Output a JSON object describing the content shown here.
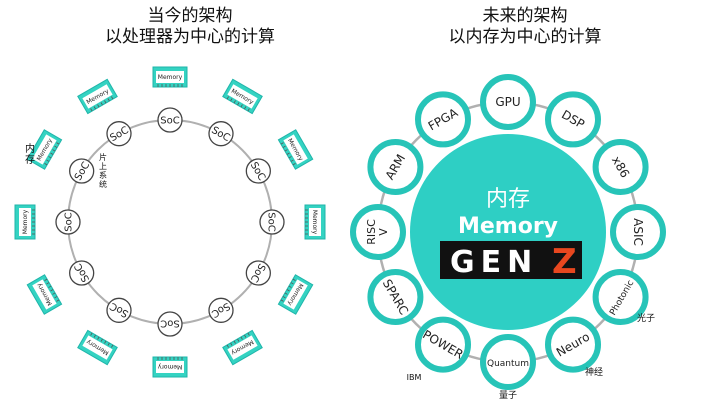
{
  "left": {
    "title_line1": "当今的架构",
    "title_line2": "以处理器为中心的计算",
    "soc_label": "SoC",
    "memory_label": "Memory",
    "label_memory_cn": "内存",
    "label_soc_cn": "片上系统"
  },
  "right": {
    "title_line1": "未来的架构",
    "title_line2": "以内存为中心的计算",
    "center_cn": "内存",
    "center_en": "Memory",
    "logo_text": "GEN",
    "logo_z": "Z",
    "nodes": [
      "GPU",
      "DSP",
      "x86",
      "ASIC",
      "Photonic",
      "Neuro",
      "Quantum",
      "POWER",
      "SPARC",
      "RISC V",
      "ARM",
      "FPGA"
    ],
    "annotations": {
      "photonic": "光子",
      "neuro": "神经",
      "quantum": "量子",
      "power": "IBM"
    }
  },
  "colors": {
    "teal": "#2ecfc4",
    "teal_dark": "#1fb5aa",
    "ring": "#b0b0b0",
    "node_fill": "#ffffff",
    "node_border": "#27c4b8",
    "memory_fill": "#34d3c2",
    "logo_bg": "#111111",
    "logo_z": "#e8471f"
  }
}
